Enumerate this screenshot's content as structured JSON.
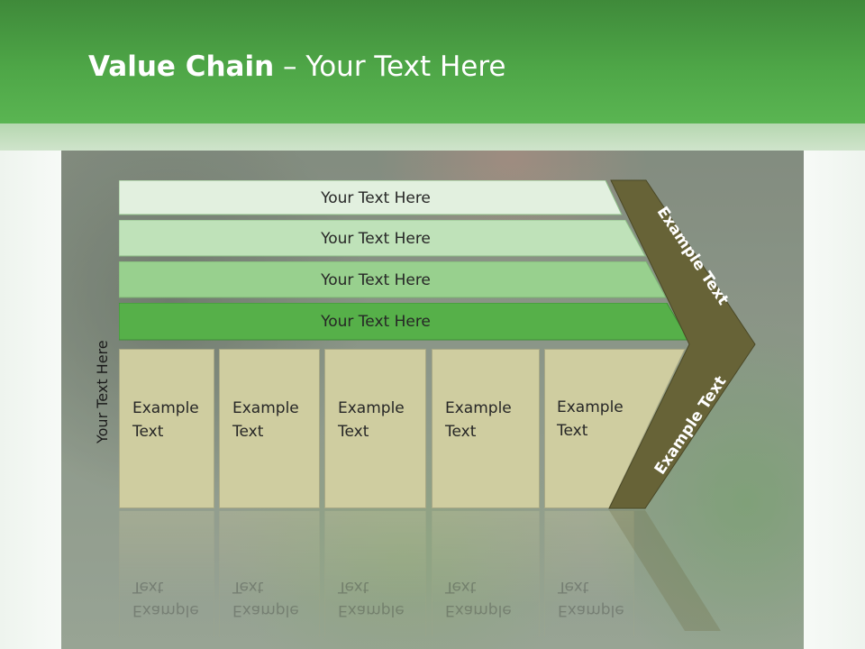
{
  "slide": {
    "title_bold": "Value Chain",
    "title_rest": " – Your Text Here",
    "vertical_label": "Your Text Here",
    "bars": [
      {
        "label": "Your Text Here",
        "color": "#e2f0df"
      },
      {
        "label": "Your Text Here",
        "color": "#bfe2b9"
      },
      {
        "label": "Your Text Here",
        "color": "#98d08e"
      },
      {
        "label": "Your Text Here",
        "color": "#56b049"
      }
    ],
    "boxes": [
      {
        "text": "Example\nText"
      },
      {
        "text": "Example\nText"
      },
      {
        "text": "Example\nText"
      },
      {
        "text": "Example\nText"
      },
      {
        "text": "Example\nText"
      }
    ],
    "chevron": {
      "upper_label": "Example Text",
      "lower_label": "Example Text",
      "color": "#676337"
    }
  }
}
